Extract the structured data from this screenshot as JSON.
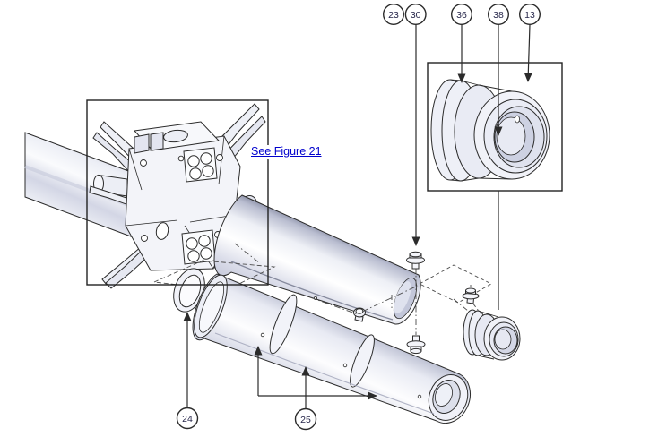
{
  "figure": {
    "type": "exploded-parts-diagram",
    "link": {
      "label": "See Figure 21"
    },
    "callouts": {
      "c23": "23",
      "c30": "30",
      "c36": "36",
      "c38": "38",
      "c13": "13",
      "c24": "24",
      "c25": "25"
    },
    "colors": {
      "link_blue": "#0000cd",
      "line": "#2b2b2b",
      "balloon_text": "#26264a",
      "tube_shade": "#c9ccdd",
      "background": "#ffffff"
    }
  }
}
